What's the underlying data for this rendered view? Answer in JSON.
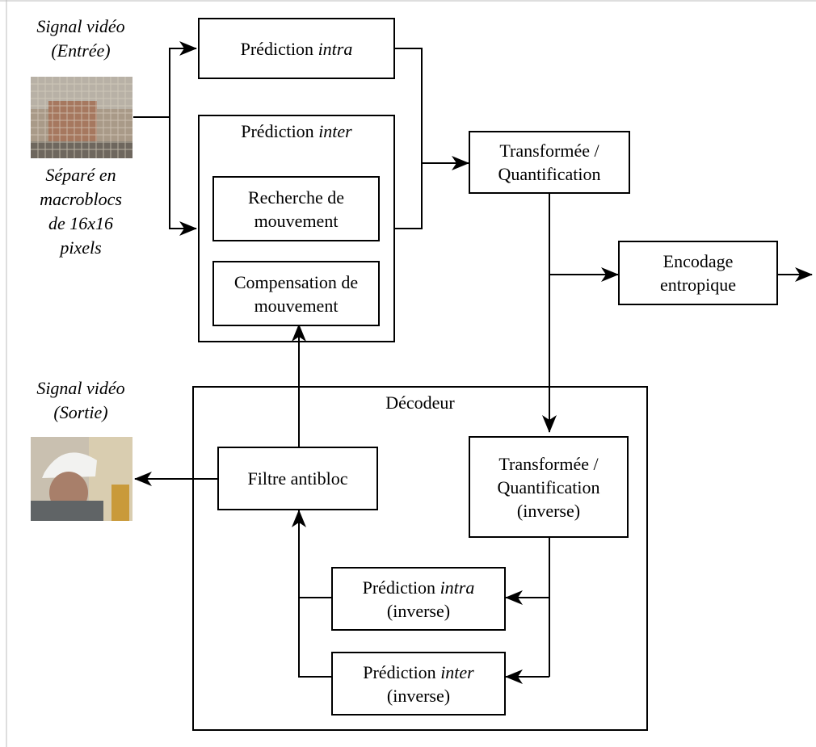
{
  "encoder": {
    "input_title_line1": "Signal vidéo",
    "input_title_line2": "(Entrée)",
    "input_caption": [
      "Séparé en",
      "macroblocs",
      "de 16x16",
      "pixels"
    ],
    "intra": {
      "label": "Prédiction ",
      "label_italic": "intra"
    },
    "inter": {
      "label": "Prédiction ",
      "label_italic": "inter"
    },
    "motion_search": [
      "Recherche de",
      "mouvement"
    ],
    "motion_comp": [
      "Compensation de",
      "mouvement"
    ],
    "transform": [
      "Transformée /",
      "Quantification"
    ],
    "entropy": [
      "Encodage",
      "entropique"
    ]
  },
  "decoder": {
    "title": "Décodeur",
    "deblock": "Filtre antibloc",
    "inv_transform": [
      "Transformée /",
      "Quantification",
      "(inverse)"
    ],
    "inv_intra": {
      "label": "Prédiction ",
      "label_italic": "intra",
      "suffix": "(inverse)"
    },
    "inv_inter": {
      "label": "Prédiction ",
      "label_italic": "inter",
      "suffix": "(inverse)"
    },
    "output_title_line1": "Signal vidéo",
    "output_title_line2": "(Sortie)"
  },
  "colors": {
    "line": "#000000",
    "frame": "#bdbdbd"
  }
}
